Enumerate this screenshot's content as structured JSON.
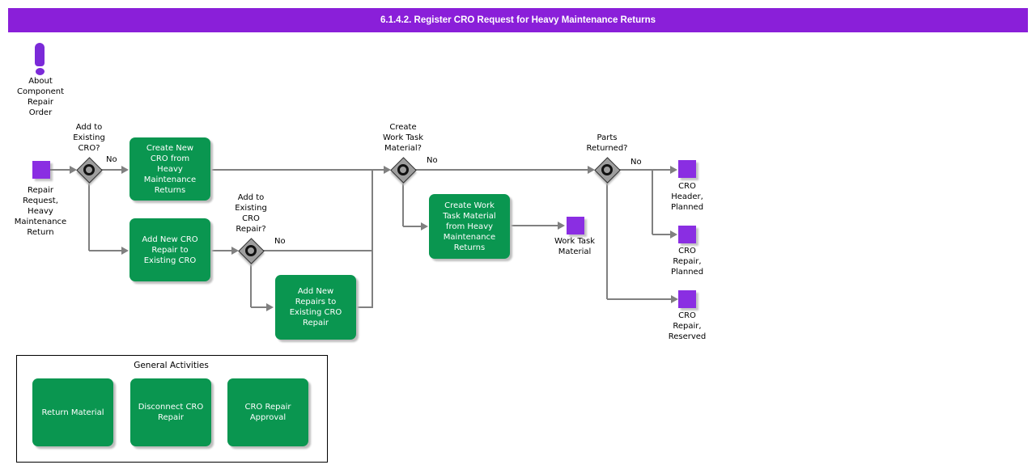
{
  "header": {
    "title": "6.1.4.2. Register CRO Request for Heavy Maintenance Returns"
  },
  "about": {
    "label": "About\nComponent\nRepair\nOrder"
  },
  "flow": {
    "start": {
      "label": "Repair\nRequest,\nHeavy\nMaintenance\nReturn"
    },
    "decisions": [
      {
        "question": "Add to\nExisting\nCRO?",
        "branch": "No"
      },
      {
        "question": "Add to\nExisting\nCRO\nRepair?",
        "branch": "No"
      },
      {
        "question": "Create\nWork Task\nMaterial?",
        "branch": "No"
      },
      {
        "question": "Parts\nReturned?",
        "branch": "No"
      }
    ],
    "activities": [
      {
        "label": "Create New\nCRO from\nHeavy\nMaintenance\nReturns"
      },
      {
        "label": "Add New CRO\nRepair to\nExisting CRO"
      },
      {
        "label": "Add New\nRepairs to\nExisting CRO\nRepair"
      },
      {
        "label": "Create Work\nTask Material\nfrom Heavy\nMaintenance\nReturns"
      }
    ],
    "outputs": [
      {
        "label": "Work Task\nMaterial"
      },
      {
        "label": "CRO\nHeader,\nPlanned"
      },
      {
        "label": "CRO\nRepair,\nPlanned"
      },
      {
        "label": "CRO\nRepair,\nReserved"
      }
    ]
  },
  "legend": {
    "title": "General Activities",
    "activities": [
      {
        "label": "Return Material"
      },
      {
        "label": "Disconnect CRO\nRepair"
      },
      {
        "label": "CRO Repair\nApproval"
      }
    ]
  },
  "colors": {
    "header_bg": "#8a1fd9",
    "activity_green": "#0a9650",
    "artifact_purple": "#8a2ee2",
    "connector_gray": "#808080"
  }
}
